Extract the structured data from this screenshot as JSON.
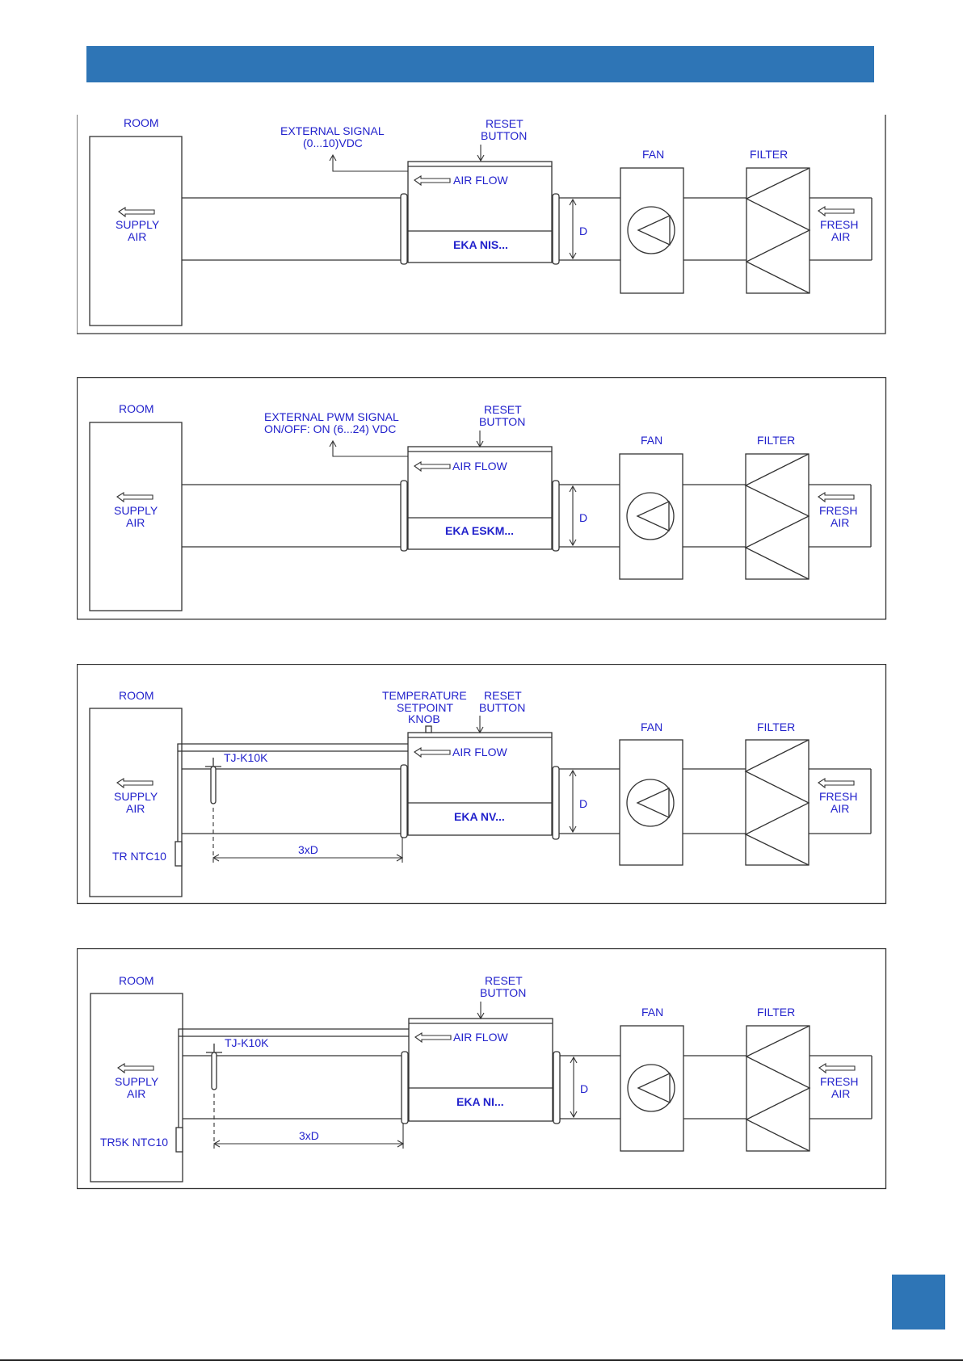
{
  "header": {
    "color": "#2e75b6"
  },
  "page_tab": {
    "color": "#2e75b6"
  },
  "diagrams": [
    {
      "room": "ROOM",
      "supply_1": "SUPPLY",
      "supply_2": "AIR",
      "signal_1": "EXTERNAL SIGNAL",
      "signal_2": "(0...10)VDC",
      "reset_1": "RESET",
      "reset_2": "BUTTON",
      "airflow": "AIR FLOW",
      "model": "EKA NIS...",
      "d": "D",
      "fan": "FAN",
      "filter": "FILTER",
      "fresh_1": "FRESH",
      "fresh_2": "AIR"
    },
    {
      "room": "ROOM",
      "supply_1": "SUPPLY",
      "supply_2": "AIR",
      "signal_1": "EXTERNAL PWM SIGNAL",
      "signal_2": "ON/OFF: ON (6...24) VDC",
      "reset_1": "RESET",
      "reset_2": "BUTTON",
      "airflow": "AIR FLOW",
      "model": "EKA ESKM...",
      "d": "D",
      "fan": "FAN",
      "filter": "FILTER",
      "fresh_1": "FRESH",
      "fresh_2": "AIR"
    },
    {
      "room": "ROOM",
      "supply_1": "SUPPLY",
      "supply_2": "AIR",
      "knob_1": "TEMPERATURE",
      "knob_2": "SETPOINT",
      "knob_3": "KNOB",
      "reset_1": "RESET",
      "reset_2": "BUTTON",
      "airflow": "AIR FLOW",
      "model": "EKA NV...",
      "d": "D",
      "fan": "FAN",
      "filter": "FILTER",
      "fresh_1": "FRESH",
      "fresh_2": "AIR",
      "duct_sensor": "TJ-K10K",
      "room_sensor": "TR NTC10",
      "distance": "3xD"
    },
    {
      "room": "ROOM",
      "supply_1": "SUPPLY",
      "supply_2": "AIR",
      "reset_1": "RESET",
      "reset_2": "BUTTON",
      "airflow": "AIR FLOW",
      "model": "EKA NI...",
      "d": "D",
      "fan": "FAN",
      "filter": "FILTER",
      "fresh_1": "FRESH",
      "fresh_2": "AIR",
      "duct_sensor": "TJ-K10K",
      "room_sensor": "TR5K NTC10",
      "distance": "3xD"
    }
  ]
}
